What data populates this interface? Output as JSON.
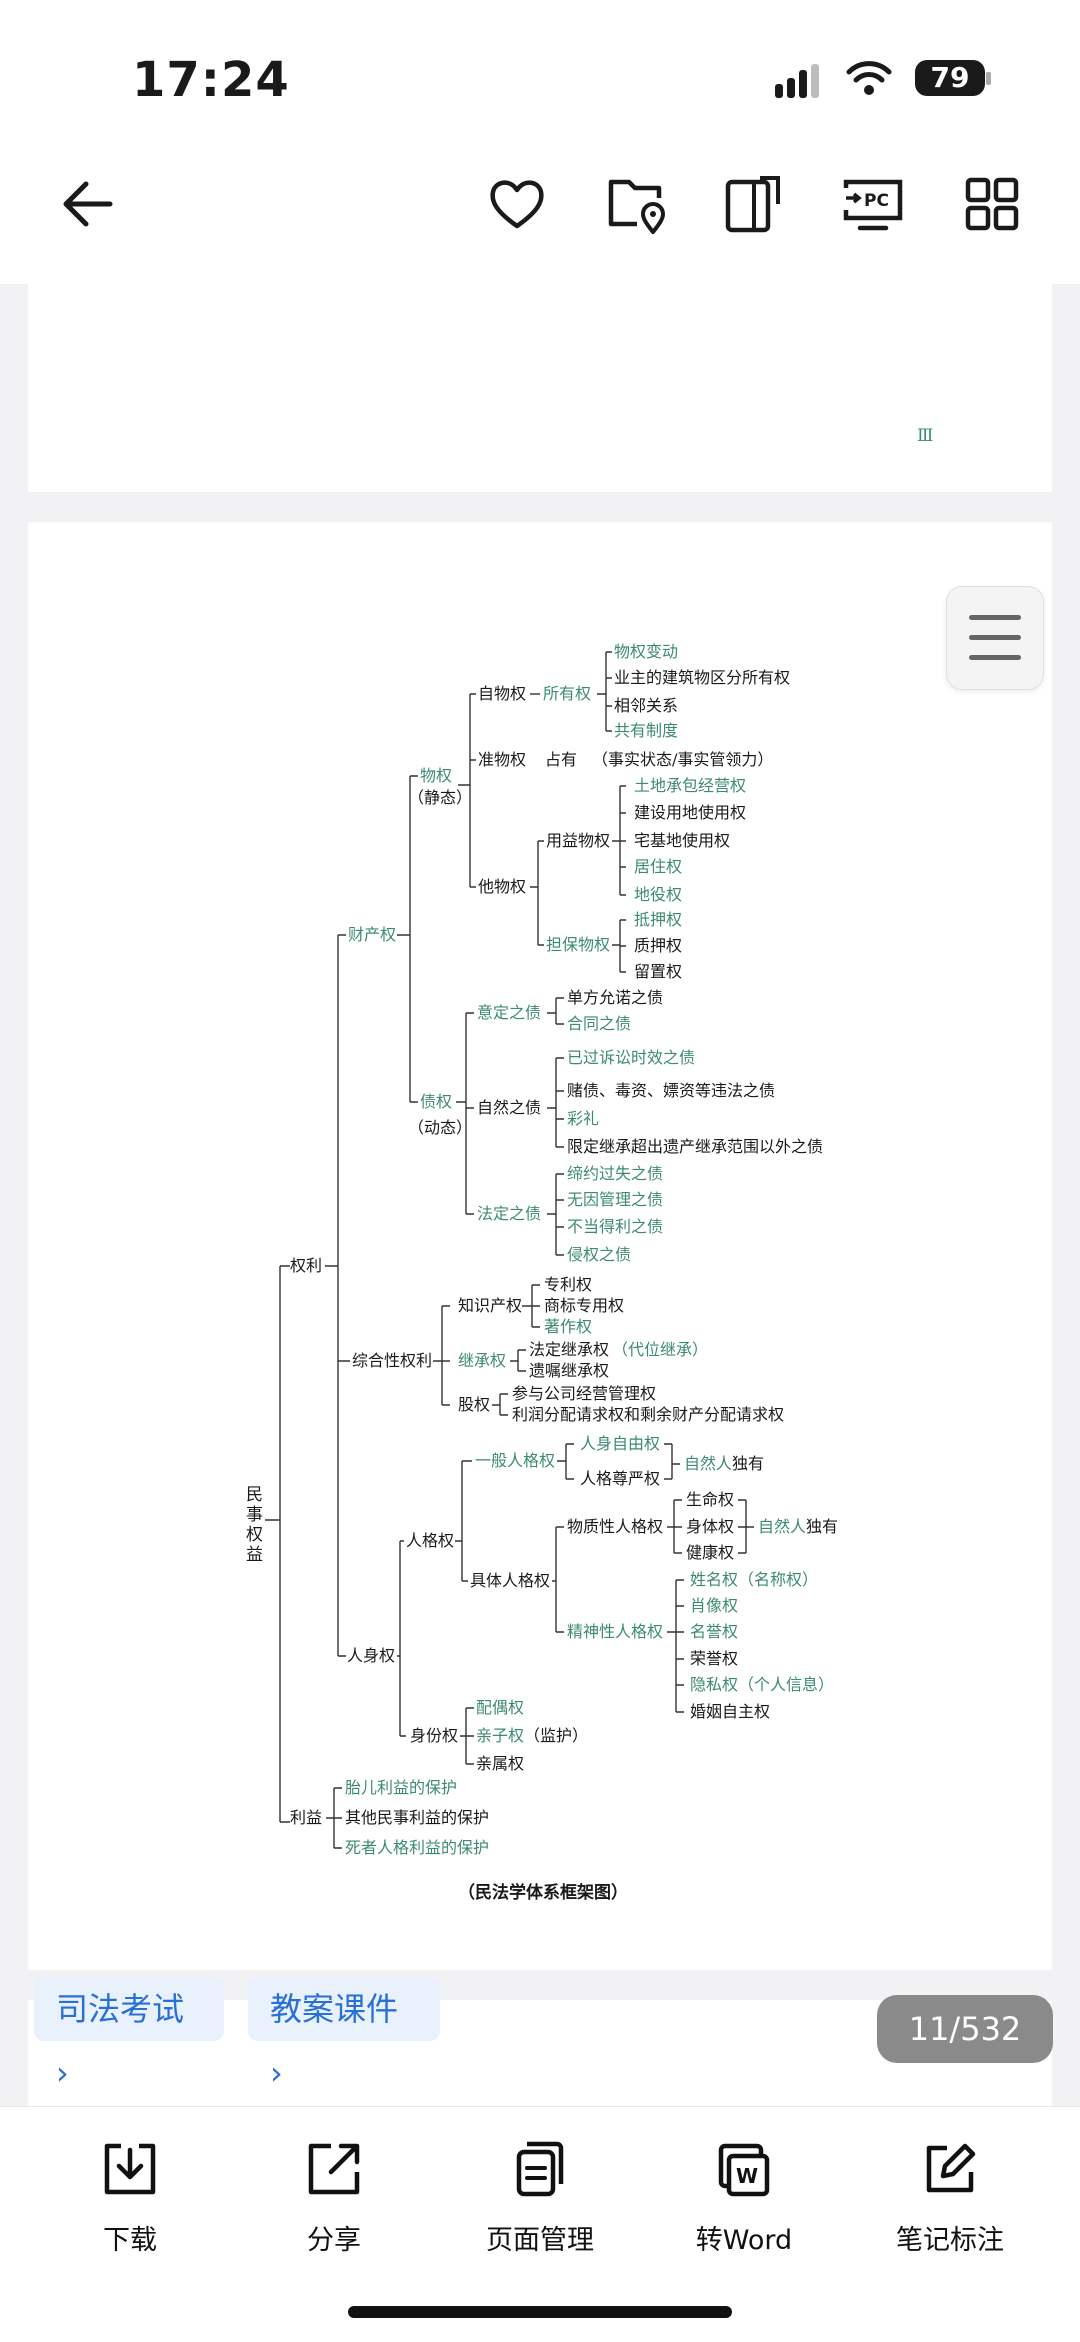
{
  "status": {
    "time": "17:24",
    "battery": "79"
  },
  "doc": {
    "roman_numeral": "Ⅲ",
    "caption": "（民法学体系框架图）",
    "tree": {
      "root": "民\n事\n权\n益",
      "n_quanli": "权利",
      "n_liyi": "利益",
      "n_caichan": "财产权",
      "n_zonghe": "综合性权利",
      "n_renshen": "人身权",
      "n_wuquan": "物权",
      "n_jingtai": "（静态）",
      "n_zhaiquan": "债权",
      "n_dongtai": "（动态）",
      "n_ziwuquan": "自物权",
      "n_suoyouquan": "所有权",
      "l_wuquanbiandong": "物权变动",
      "l_yezhu": "业主的建筑物区分所有权",
      "l_xianglin": "相邻关系",
      "l_gongyou": "共有制度",
      "n_zhunwuquan": "准物权",
      "l_zhanyou": "占有",
      "l_shishi": "（事实状态/事实管领力）",
      "n_tawuquan": "他物权",
      "n_yongyi": "用益物权",
      "l_tudi": "土地承包经营权",
      "l_jianshe": "建设用地使用权",
      "l_zhaiji": "宅基地使用权",
      "l_juzhu": "居住权",
      "l_diyi": "地役权",
      "n_danbao": "担保物权",
      "l_diya": "抵押权",
      "l_zhiya": "质押权",
      "l_liuzhi": "留置权",
      "n_yiding": "意定之债",
      "l_danfang": "单方允诺之债",
      "l_hetong": "合同之债",
      "n_ziran": "自然之债",
      "l_yiguo": "已过诉讼时效之债",
      "l_dubo": "赌债、毒资、嫖资等违法之债",
      "l_caili": "彩礼",
      "l_xianding": "限定继承超出遗产继承范围以外之债",
      "n_fading": "法定之债",
      "l_diyue": "缔约过失之债",
      "l_wuyin": "无因管理之债",
      "l_budang": "不当得利之债",
      "l_qinquan": "侵权之债",
      "n_zhishi": "知识产权",
      "l_zhuanli": "专利权",
      "l_shangbiao": "商标专用权",
      "l_zhuzuo": "著作权",
      "n_jicheng": "继承权",
      "l_fadingjicheng": "法定继承权",
      "l_daiwei": "（代位继承）",
      "l_yizhu": "遗嘱继承权",
      "n_guquan": "股权",
      "l_canyu": "参与公司经营管理权",
      "l_lirun": "利润分配请求权和剩余财产分配请求权",
      "n_renge": "人格权",
      "n_yiban": "一般人格权",
      "l_renshenziyou": "人身自由权",
      "l_rengezunyan": "人格尊严权",
      "l_ziranren1": "自然人",
      "l_duyou1": "独有",
      "n_juti": "具体人格权",
      "n_wuzhi": "物质性人格权",
      "l_shengming": "生命权",
      "l_shenti": "身体权",
      "l_jiankang": "健康权",
      "l_ziranren2": "自然人",
      "l_duyou2": "独有",
      "n_jingshen": "精神性人格权",
      "l_xingming": "姓名权",
      "l_mingcheng": "（名称权）",
      "l_xiaoxiang": "肖像权",
      "l_mingyu": "名誉权",
      "l_rongyu": "荣誉权",
      "l_yinsi": "隐私权",
      "l_gerenxinxi": "（个人信息）",
      "l_hunyin": "婚姻自主权",
      "n_shenfen": "身份权",
      "l_peiou": "配偶权",
      "l_qinzi": "亲子权",
      "l_jianhu": "（监护）",
      "l_qinshu": "亲属权",
      "l_taier": "胎儿利益的保护",
      "l_qita": "其他民事利益的保护",
      "l_sizhe": "死者人格利益的保护"
    }
  },
  "tags": [
    "司法考试 ›",
    "教案课件 ›"
  ],
  "page_indicator": "11/532",
  "toolbar": [
    "下载",
    "分享",
    "页面管理",
    "转Word",
    "笔记标注"
  ],
  "colors": {
    "accent_green": "#3d8a72",
    "tag_blue": "#2a6fd6",
    "tag_bg": "#e8f1fc"
  },
  "icons": [
    "back-arrow-icon",
    "heart-icon",
    "folder-location-icon",
    "document-edit-icon",
    "pc-screen-icon",
    "grid-icon",
    "menu-icon",
    "download-icon",
    "share-icon",
    "page-manage-icon",
    "word-icon",
    "note-icon"
  ]
}
